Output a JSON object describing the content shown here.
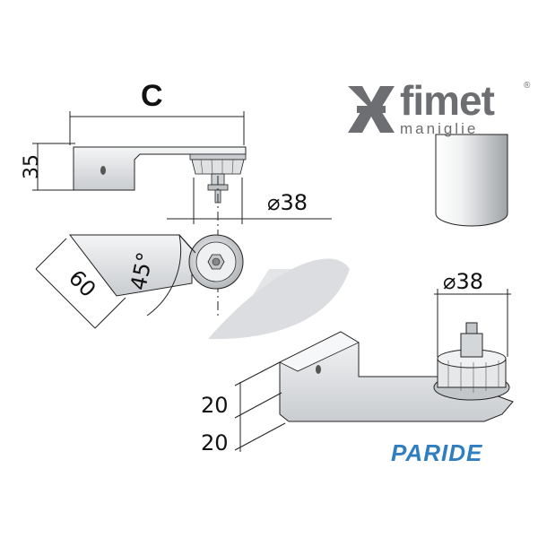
{
  "dimensions": {
    "c_label": "C",
    "height_35": "35",
    "dia_top": "⌀38",
    "depth_60": "60",
    "angle_45": "45°",
    "dia_bottom": "⌀38",
    "h1_20": "20",
    "h2_20": "20"
  },
  "brand": {
    "name": "fimet",
    "subtitle": "maniglie",
    "registered": "®",
    "logo_color": "#6d6e71"
  },
  "store": {
    "name": "PARIDE",
    "color": "#2e7ec1"
  },
  "colors": {
    "line": "#222222",
    "metal_light": "#e6e8ea",
    "metal_mid": "#b8bcc0",
    "shadow_grey": "#d9dbdd"
  }
}
